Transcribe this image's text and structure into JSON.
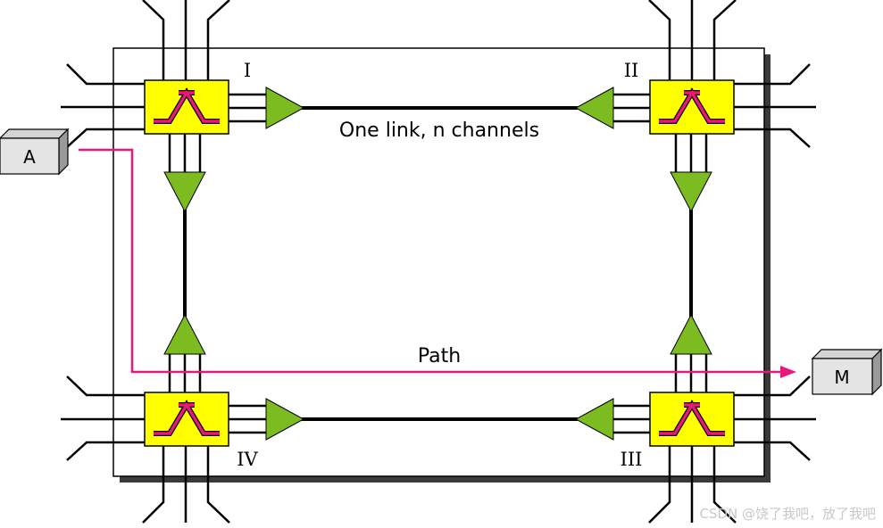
{
  "diagram": {
    "link_label": "One link, n channels",
    "path_label": "Path",
    "nodes": {
      "source": "A",
      "destination": "M"
    },
    "switches": {
      "top_left": "I",
      "top_right": "II",
      "bottom_right": "III",
      "bottom_left": "IV"
    }
  },
  "watermark": "CSDN @饶了我吧，放了我吧",
  "colors": {
    "switch_fill": "#ffff00",
    "switch_symbol": "#e8197a",
    "amplifier_fill": "#7cbc20",
    "path_line": "#e8197a",
    "node_fill": "#e4e4e4",
    "frame_shadow": "#3a3a3a"
  }
}
